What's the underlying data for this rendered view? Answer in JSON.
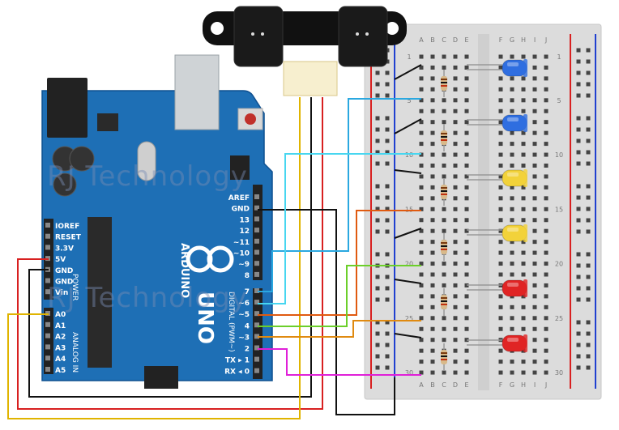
{
  "watermark": {
    "line1": "RJ Technology",
    "line2": "RJ Technology"
  },
  "arduino": {
    "logo_text": "ARDUINO",
    "model_text": "UNO",
    "power_header_label": "POWER",
    "analog_header_label": "ANALOG IN",
    "digital_header_label": "DIGITAL (PWM~)",
    "power_pins": [
      "IOREF",
      "RESET",
      "3.3V",
      "5V",
      "GND",
      "GND",
      "Vin"
    ],
    "analog_pins": [
      "A0",
      "A1",
      "A2",
      "A3",
      "A4",
      "A5"
    ],
    "digital_top_pins": [
      "AREF",
      "GND",
      "13",
      "12",
      "~11",
      "~10",
      "~9",
      "8"
    ],
    "digital_bottom_pins": [
      "7",
      "~6",
      "~5",
      "4",
      "~3",
      "2",
      "TX ▸ 1",
      "RX ◂ 0"
    ]
  },
  "breadboard": {
    "column_letters_left": [
      "A",
      "B",
      "C",
      "D",
      "E"
    ],
    "column_letters_right": [
      "F",
      "G",
      "H",
      "I",
      "J"
    ],
    "row_numbers": [
      "1",
      "5",
      "10",
      "15",
      "20",
      "25",
      "30"
    ]
  },
  "leds": [
    {
      "color": "blue",
      "hex": "#2f6ee0"
    },
    {
      "color": "blue",
      "hex": "#2f6ee0"
    },
    {
      "color": "yellow",
      "hex": "#f2d23a"
    },
    {
      "color": "yellow",
      "hex": "#f2d23a"
    },
    {
      "color": "red",
      "hex": "#e02424"
    },
    {
      "color": "red",
      "hex": "#e02424"
    }
  ],
  "wires": {
    "5v": "#d82020",
    "gnd": "#111111",
    "a0_signal": "#e0b400",
    "pin7": "#2aa8e0",
    "pin6": "#47d6f0",
    "pin5": "#e05a10",
    "pin4": "#6ccf2a",
    "pin3": "#e08a10",
    "pin2": "#e020d8"
  }
}
